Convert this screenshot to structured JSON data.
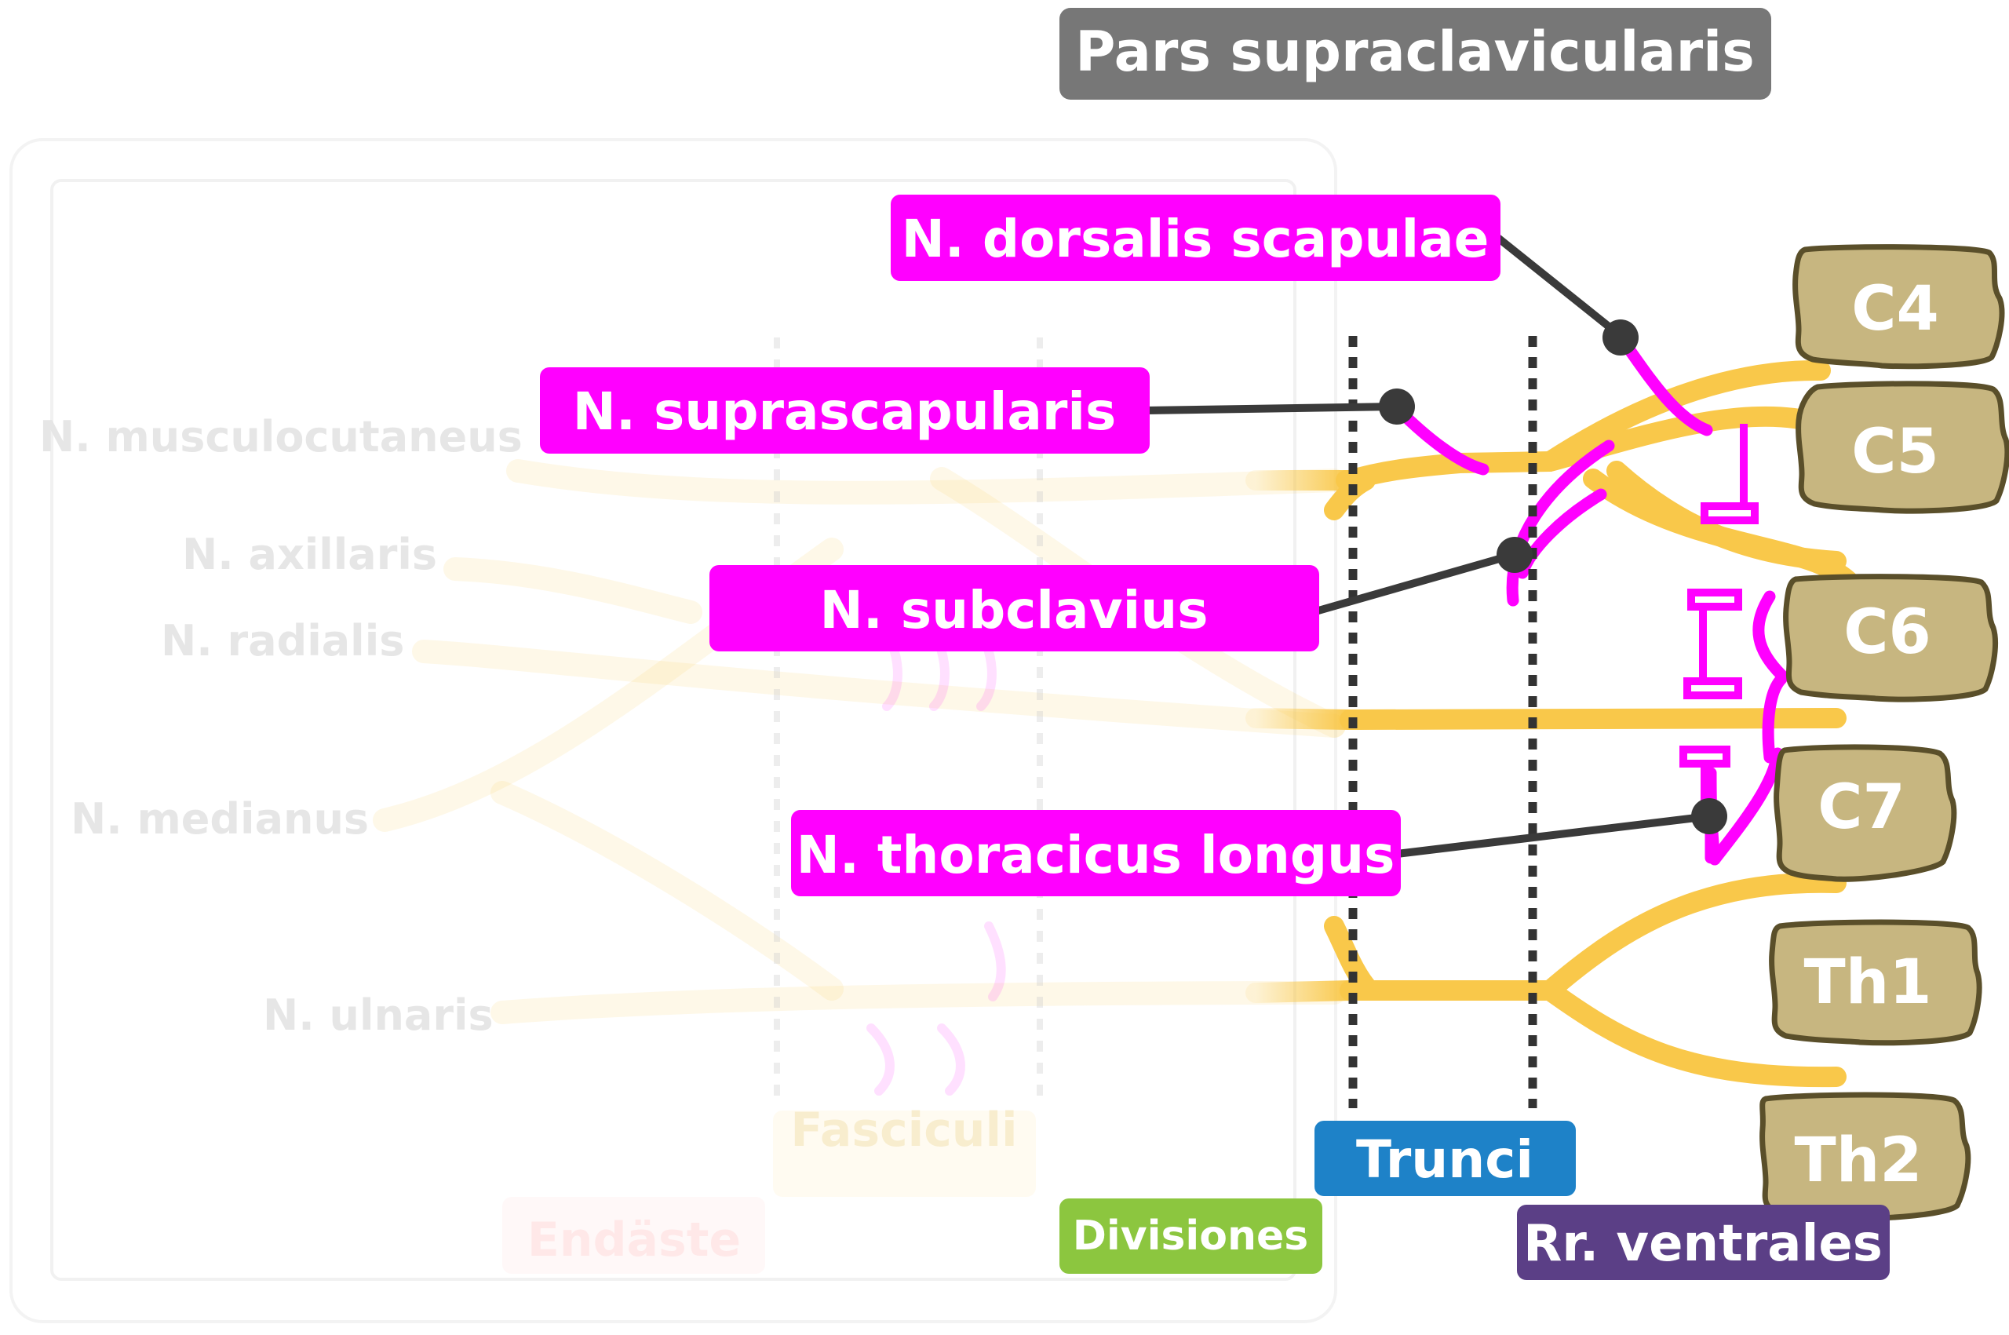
{
  "header": {
    "title": "Pars supraclavicularis"
  },
  "vertebrae": [
    "C4",
    "C5",
    "C6",
    "C7",
    "Th1",
    "Th2"
  ],
  "nerve_labels": {
    "dorsalis_scapulae": "N. dorsalis scapulae",
    "suprascapularis": "N. suprascapularis",
    "subclavius": "N. subclavius",
    "thoracicus_longus": "N. thoracicus longus"
  },
  "faded_labels": {
    "musculocutaneus": "N. musculocutaneus",
    "axillaris": "N. axillaris",
    "radialis": "N. radialis",
    "medianus": "N. medianus",
    "ulnaris": "N. ulnaris",
    "fasciculi": "Fasciculi",
    "endaeste": "Endäste"
  },
  "section_labels": {
    "divisiones": "Divisiones",
    "trunci": "Trunci",
    "rami_ventrales": "Rr. ventrales"
  },
  "colors": {
    "title_bg": "#777777",
    "nerve_label_bg": "#ff00ff",
    "nerve_branch": "#ff00ff",
    "plexus": "#f9c84a",
    "vertebra_fill": "#c7b680",
    "vertebra_stroke": "#5a4f2a",
    "divisiones_bg": "#8cc63f",
    "trunci_bg": "#1e82c8",
    "rami_bg": "#5b3f86",
    "leader_line": "#3a3a3a",
    "faded_text": "#e6e6e6"
  }
}
